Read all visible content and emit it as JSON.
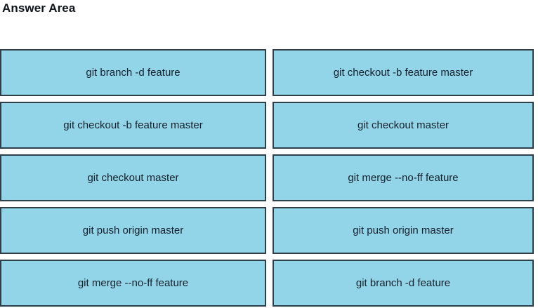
{
  "page": {
    "title": "Answer Area",
    "background_color": "#ffffff"
  },
  "theme": {
    "tile_fill": "#92d5e8",
    "tile_border": "#2e3f4a",
    "tile_text": "#15202b",
    "title_text": "#10161c"
  },
  "answer_area": {
    "columns": [
      {
        "name": "left-column",
        "tiles": [
          {
            "label": "git branch -d feature"
          },
          {
            "label": "git checkout -b feature master"
          },
          {
            "label": "git checkout master"
          },
          {
            "label": "git push origin master"
          },
          {
            "label": "git merge --no-ff feature"
          }
        ]
      },
      {
        "name": "right-column",
        "tiles": [
          {
            "label": "git checkout -b feature master"
          },
          {
            "label": "git checkout master"
          },
          {
            "label": "git merge --no-ff feature"
          },
          {
            "label": "git push origin master"
          },
          {
            "label": "git branch -d feature"
          }
        ]
      }
    ]
  }
}
